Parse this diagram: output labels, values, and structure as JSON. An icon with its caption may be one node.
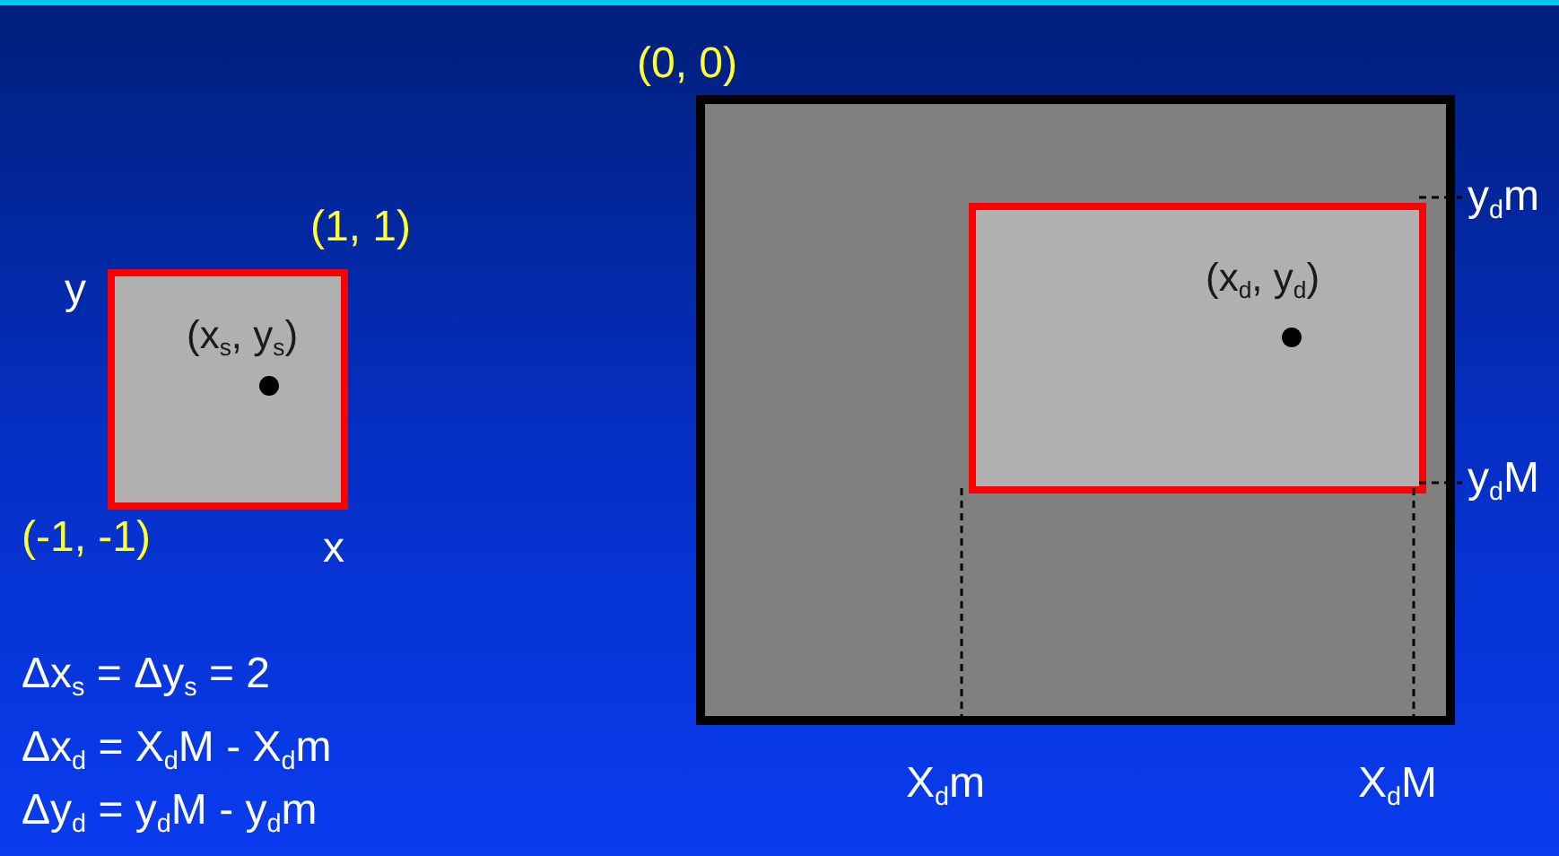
{
  "diagram": {
    "nodes": [
      {
        "text": [
          "(x$_{s}$, y$_{s}$)"
        ]
      },
      {
        "text": [],
        "shape": "box"
      },
      {
        "text": [
          "(x$_{d}$, y$_{d}$)"
        ],
        "in": 1
      }
    ],
    "labels": [
      "(0, 0)",
      "(1, 1)",
      "y",
      "(-1, -1)",
      "x",
      "y$_{d}$m",
      "y$_{d}$M",
      "X$_{d}$m",
      "X$_{d}$M",
      "Δx$_{s}$ = Δy$_{s}$ = 2",
      "Δx$_{d}$ = X$_{d}$M - X$_{d}$m",
      "Δy$_{d}$ = y$_{d}$M - y$_{d}$m"
    ]
  }
}
